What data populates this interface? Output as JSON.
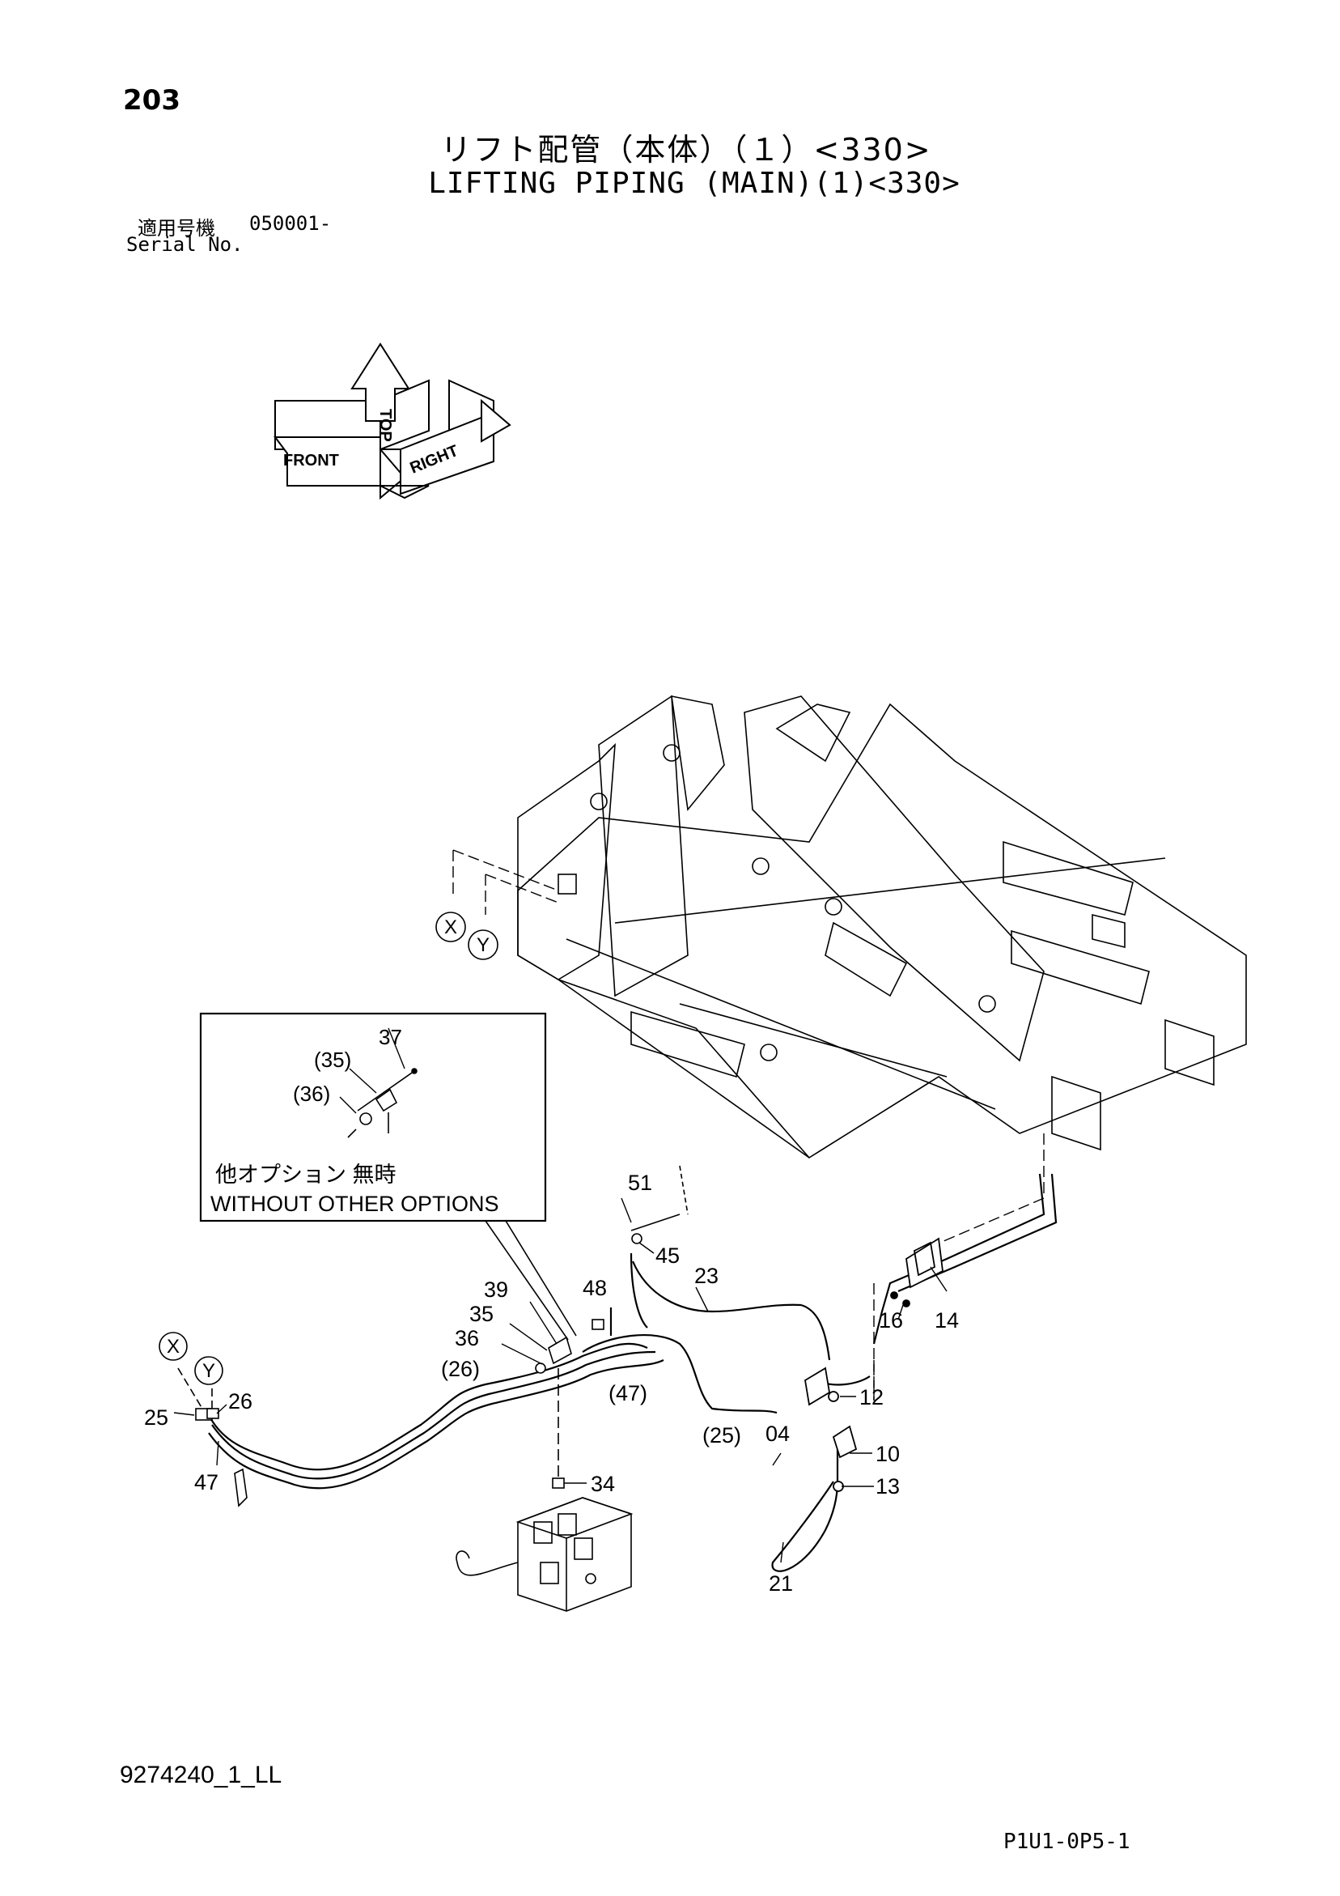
{
  "header": {
    "page_number": "203",
    "title_jp": "リフト配管（本体）（１）<330>",
    "title_en": "LIFTING PIPING (MAIN)(1)<330>",
    "serial_label_jp": "適用号機",
    "serial_value": "050001-",
    "serial_label_en": "Serial No."
  },
  "orientation": {
    "top": "TOP",
    "front": "FRONT",
    "right": "RIGHT"
  },
  "inset": {
    "label_jp": "他オプション 無時",
    "label_en": "WITHOUT OTHER OPTIONS",
    "parts": [
      "37",
      "(35)",
      "(36)"
    ]
  },
  "connectors": [
    "X",
    "Y"
  ],
  "callouts": [
    "51",
    "45",
    "23",
    "48",
    "39",
    "35",
    "36",
    "(26)",
    "(47)",
    "(25)",
    "25",
    "26",
    "47",
    "34",
    "16",
    "14",
    "12",
    "04",
    "10",
    "13",
    "21"
  ],
  "footer": {
    "doc_id": "9274240_1_LL",
    "sheet_code": "P1U1-0P5-1"
  }
}
